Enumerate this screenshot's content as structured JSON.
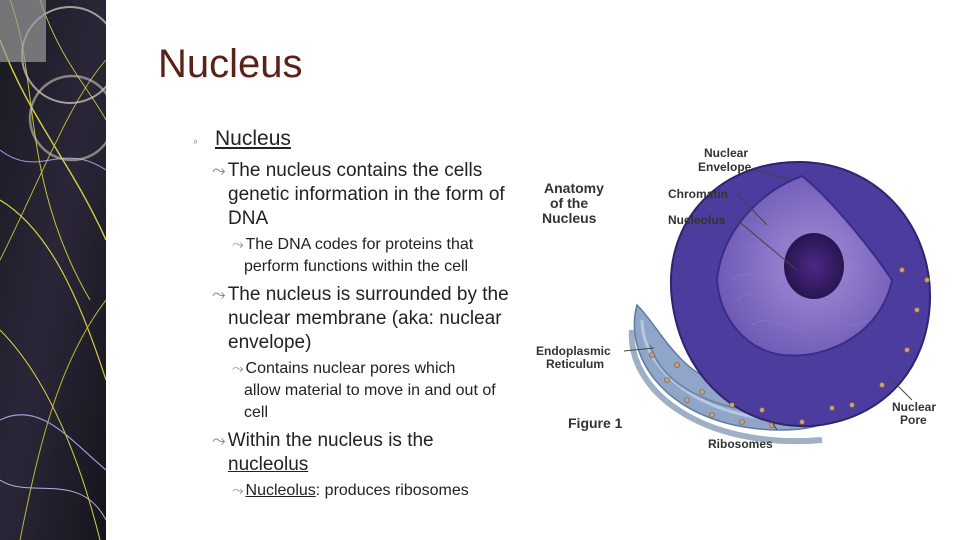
{
  "slide": {
    "title": "Nucleus",
    "heading": "Nucleus",
    "bullets": {
      "b1": {
        "line1": "The nucleus contains the cells",
        "line2": "genetic information in the form of",
        "line3": "DNA"
      },
      "b1a": {
        "line1": "The DNA codes for proteins that",
        "line2": "perform functions within the cell"
      },
      "b2": {
        "line1": "The nucleus is surrounded by the",
        "line2": "nuclear membrane (aka: nuclear",
        "line3": "envelope)"
      },
      "b2a": {
        "line1": "Contains nuclear pores which",
        "line2": "allow material to move in and out of",
        "line3": "cell"
      },
      "b3": {
        "line1": "Within the nucleus is the",
        "line2": "nucleolus"
      },
      "b3a": {
        "term": "Nucleolus",
        "rest": ": produces ribosomes"
      }
    }
  },
  "diagram": {
    "title_l1": "Anatomy",
    "title_l2": "of the",
    "title_l3": "Nucleus",
    "nuclear_envelope_l1": "Nuclear",
    "nuclear_envelope_l2": "Envelope",
    "chromatin": "Chromatin",
    "nucleolus": "Nucleolus",
    "er_l1": "Endoplasmic",
    "er_l2": "Reticulum",
    "figure": "Figure 1",
    "ribosomes": "Ribosomes",
    "nuclear_pore_l1": "Nuclear",
    "nuclear_pore_l2": "Pore"
  },
  "colors": {
    "title": "#5a2218",
    "nucleus_purple": "#5b4aa8",
    "nucleolus": "#3a1f6e",
    "er_blue": "#8fa6c8"
  }
}
